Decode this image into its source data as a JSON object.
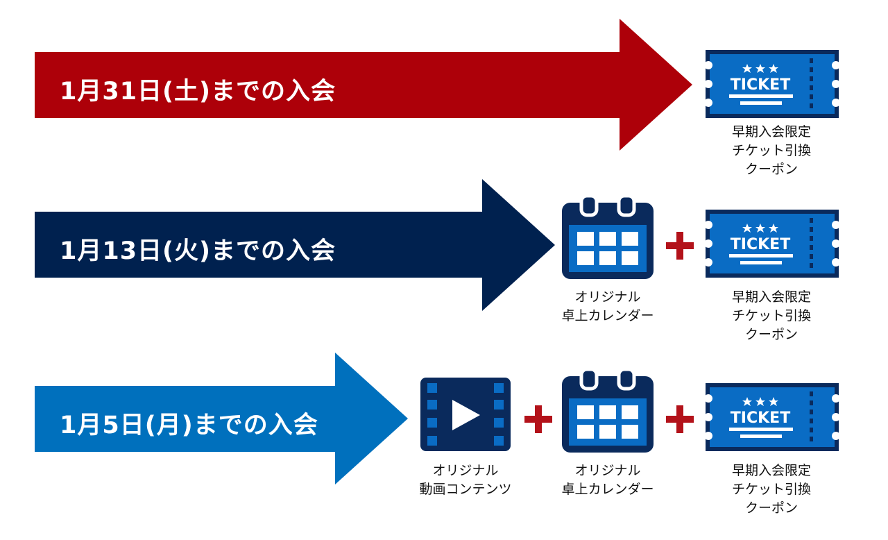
{
  "colors": {
    "row1": "#AD0009",
    "row2": "#00214F",
    "row3": "#0070BD",
    "icon_dark": "#0A2A5C",
    "icon_blue": "#0A6CC4",
    "plus": "#B3121A"
  },
  "rows": [
    {
      "label": "1月31日(土)までの入会",
      "rewards": [
        {
          "type": "ticket",
          "caption": "早期入会限定\nチケット引換\nクーポン",
          "icon_text": "TICKET"
        }
      ]
    },
    {
      "label": "1月13日(火)までの入会",
      "rewards": [
        {
          "type": "calendar",
          "caption": "オリジナル\n卓上カレンダー"
        },
        {
          "type": "ticket",
          "caption": "早期入会限定\nチケット引換\nクーポン",
          "icon_text": "TICKET"
        }
      ]
    },
    {
      "label": "1月5日(月)までの入会",
      "rewards": [
        {
          "type": "video",
          "caption": "オリジナル\n動画コンテンツ"
        },
        {
          "type": "calendar",
          "caption": "オリジナル\n卓上カレンダー"
        },
        {
          "type": "ticket",
          "caption": "早期入会限定\nチケット引換\nクーポン",
          "icon_text": "TICKET"
        }
      ]
    }
  ],
  "plus_symbol": "+"
}
